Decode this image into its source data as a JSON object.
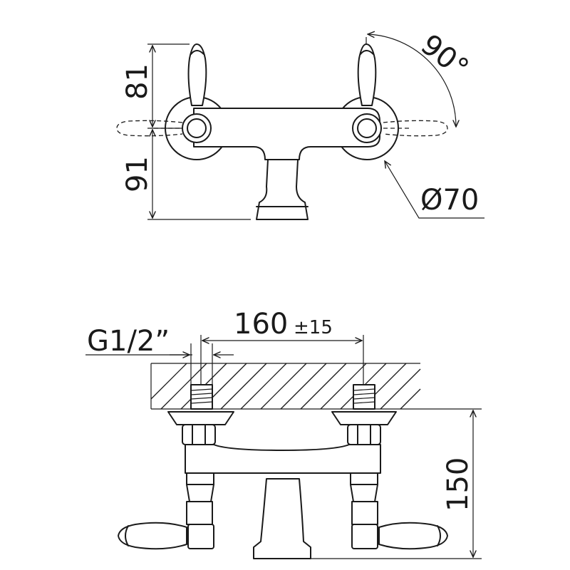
{
  "top_view": {
    "dim_upper": "81",
    "dim_lower": "91",
    "dim_angle": "90°",
    "dim_diameter": "Ø70"
  },
  "front_view": {
    "thread_label": "G1/2”",
    "spacing_value": "160",
    "spacing_tolerance": "±15",
    "height_value": "150"
  }
}
